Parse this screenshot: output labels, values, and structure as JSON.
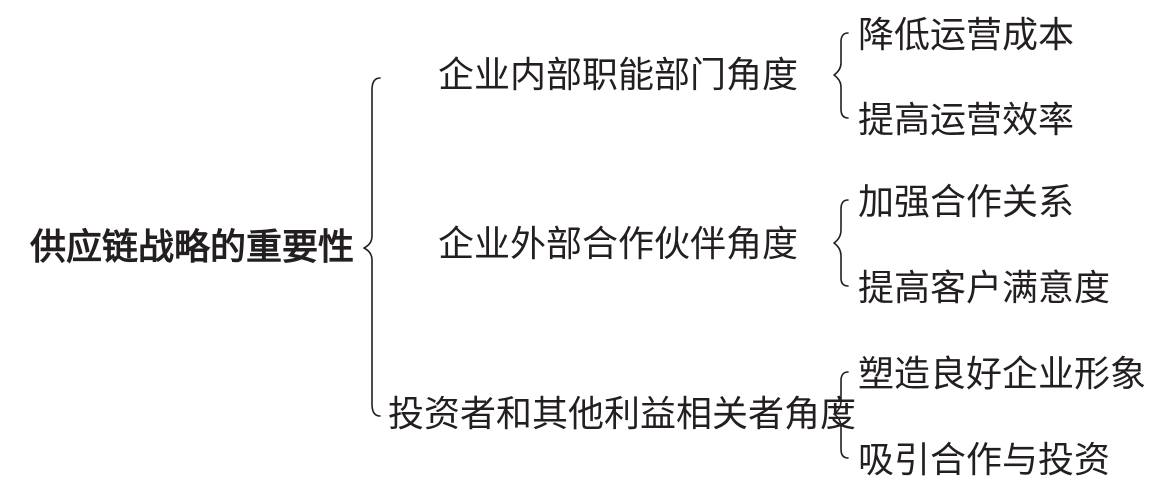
{
  "root": {
    "label": "供应链战略的重要性"
  },
  "branches": [
    {
      "label": "企业内部职能部门角度",
      "leaves": [
        "降低运营成本",
        "提高运营效率"
      ]
    },
    {
      "label": "企业外部合作伙伴角度",
      "leaves": [
        "加强合作关系",
        "提高客户满意度"
      ]
    },
    {
      "label": "投资者和其他利益相关者角度",
      "leaves": [
        "塑造良好企业形象",
        "吸引合作与投资"
      ]
    }
  ]
}
